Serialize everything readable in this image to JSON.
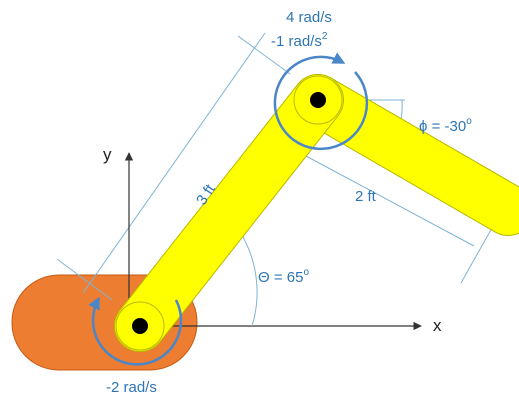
{
  "labels": {
    "top_omega": "4 rad/s",
    "top_alpha": "-1 rad/s",
    "top_alpha_exp": "2",
    "phi": "ϕ = -30",
    "phi_deg": "o",
    "theta": "Θ = 65",
    "theta_deg": "o",
    "link1_length": "3 ft",
    "link2_length": "2 ft",
    "base_omega": "-2 rad/s",
    "x_axis": "x",
    "y_axis": "y"
  },
  "colors": {
    "link_fill": "#FFFF00",
    "link_stroke": "#B8B800",
    "base_fill": "#ED7D31",
    "arrow_blue": "#4A86C8",
    "text_blue": "#2E75B6",
    "dim_line": "#7FB3D5",
    "axis": "#333333"
  }
}
